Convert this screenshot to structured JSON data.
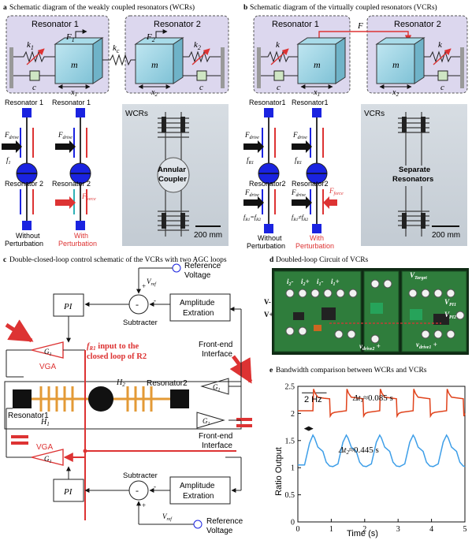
{
  "panel_a": {
    "letter": "a",
    "title": "Schematic diagram of the weakly coupled resonators (WCRs)",
    "resonator1": "Resonator  1",
    "resonator2": "Resonator  2",
    "force1": "F",
    "force1_sub": "1",
    "force2": "F",
    "force2_sub": "2",
    "mass": "m",
    "spring_k1": "k",
    "spring_k1_sub": "1",
    "spring_k2": "k",
    "spring_k2_sub": "2",
    "damper": "c",
    "coupling": "k",
    "coupling_sub": "c",
    "disp1": "x",
    "disp1_sub": "1",
    "disp2": "x",
    "disp2_sub": "2",
    "res1_top_left": "Resonator  1",
    "res1_top_right": "Resonator  1",
    "res2_left": "Resonator  2",
    "res2_right": "Resonator  2",
    "fdrive": "F",
    "fdrive_sub": "drive",
    "fpert": "F",
    "fpert_sub": "force",
    "freq": "f",
    "freq_sub": "1",
    "without_1": "Without",
    "without_2": "Perturbation",
    "with_1": "With",
    "with_2": "Perturbation",
    "photo_label": "WCRs",
    "photo_center_1": "Annular",
    "photo_center_2": "Coupler",
    "scale": "200 mm"
  },
  "panel_b": {
    "letter": "b",
    "title": "Schematic diagram of the virtually coupled resonators (VCRs)",
    "resonator1": "Resonator  1",
    "resonator2": "Resonator  2",
    "force": "F",
    "mass": "m",
    "spring": "k",
    "damper": "c",
    "disp1": "x",
    "disp1_sub": "1",
    "disp2": "x",
    "disp2_sub": "2",
    "res1_left": "Resonator1",
    "res1_right": "Resonator1",
    "res2_left": "Resonator2",
    "res2_right": "Resonator2",
    "fdrive": "F",
    "fdrive_sub": "drive",
    "fforce": "F",
    "fforce_sub": "force",
    "freq_r1": "f",
    "freq_r1_sub": "R1",
    "freq_eq_left": "f",
    "freq_eq_left_sub": "R1",
    "freq_eq_mid": "=f",
    "freq_eq_right_sub": "R2",
    "freq_neq_left": "f",
    "freq_neq_left_sub": "R1",
    "freq_neq_mid": "≠f",
    "freq_neq_right_sub": "R2",
    "without_1": "Without",
    "without_2": "Perturbation",
    "with_1": "With",
    "with_2": "Perturbation",
    "photo_label": "VCRs",
    "photo_center_1": "Separate",
    "photo_center_2": "Resonators",
    "scale": "200 mm"
  },
  "panel_c": {
    "letter": "c",
    "title": "Double-closed-loop control schematic of  the VCRs with two AGC loops",
    "pi_top": "PI",
    "pi_bottom": "PI",
    "subtracter_top": "Subtracter",
    "subtracter_bottom": "Subtracter",
    "amp_top_1": "Amplitude",
    "amp_top_2": "Extration",
    "amp_bottom_1": "Amplitude",
    "amp_bottom_2": "Extration",
    "vref_top": "V",
    "vref_top_sub": "ref",
    "vref_bottom": "V",
    "vref_bottom_sub": "ref",
    "reference_top_1": "Reference",
    "reference_top_2": "Voltage",
    "reference_bottom_1": "Reference",
    "reference_bottom_2": "Voltage",
    "minus": "-",
    "plus": "+",
    "vga_top": "VGA",
    "vga_bottom": "VGA",
    "g1": "G",
    "g1_sub": "1",
    "annotation_1a": "f",
    "annotation_1a_sub": "R1",
    "annotation_1b": " input to the",
    "annotation_2": "closed loop of R2",
    "frontend_top_1": "Front-end",
    "frontend_top_2": "Interface",
    "frontend_bottom_1": "Front-end",
    "frontend_bottom_2": "Interface",
    "h2": "H",
    "h2_sub": "2",
    "h1": "H",
    "h1_sub": "1",
    "resonator1": "Resonator1",
    "resonator2": "Resonator2"
  },
  "panel_d": {
    "letter": "d",
    "title": "Doubled-loop Circuit of VCRs",
    "labels": [
      "i2-",
      "i2+",
      "i1-",
      "i1+",
      "V-",
      "V+",
      "VTarget",
      "VPI1",
      "VPI2",
      "vdrive1 +",
      "vdrive2 +"
    ],
    "i2m": "i",
    "i2m_sub": "2",
    "i2m_sign": "-",
    "i2p": "i",
    "i2p_sub": "2",
    "i2p_sign": "+",
    "i1m": "i",
    "i1m_sub": "1",
    "i1m_sign": "-",
    "i1p": "i",
    "i1p_sub": "1",
    "i1p_sign": "+",
    "vminus": "V-",
    "vplus": "V+",
    "vtarget": "V",
    "vtarget_sub": "Target",
    "vpi1": "V",
    "vpi1_sub": "PI1",
    "vpi2": "V",
    "vpi2_sub": "PI2",
    "vdrive1": "v",
    "vdrive1_sub": "drive1",
    "vdrive1_sign": " +",
    "vdrive2": "v",
    "vdrive2_sub": "drive2",
    "vdrive2_sign": " +"
  },
  "panel_e": {
    "letter": "e",
    "title": "Bandwidth comparison between WCRs and VCRs",
    "freq_label": "2 Hz",
    "dt1": "Δt",
    "dt1_sub": "1",
    "dt1_val": "≈0.085 s",
    "dt2": "Δt",
    "dt2_sub": "2",
    "dt2_val": "≈0.445 s",
    "colors": {
      "wcr": "#e0431c",
      "vcr": "#3d9ee8"
    }
  },
  "chart_data": {
    "type": "line",
    "xlabel": "Time (s)",
    "ylabel": "Ratio Output",
    "xlim": [
      0,
      5
    ],
    "ylim": [
      0,
      2.5
    ],
    "xticks": [
      "0",
      "1",
      "2",
      "3",
      "4",
      "5"
    ],
    "yticks": [
      "0",
      "0.5",
      "1",
      "1.5",
      "2",
      "2.5"
    ],
    "series": [
      {
        "points": [
          [
            0,
            2.05
          ],
          [
            0.45,
            2.05
          ],
          [
            0.47,
            2.45
          ],
          [
            0.52,
            2.37
          ],
          [
            0.6,
            2.3
          ],
          [
            0.78,
            2.28
          ],
          [
            0.95,
            2.27
          ],
          [
            0.97,
            1.95
          ],
          [
            1.02,
            2.0
          ],
          [
            1.1,
            2.02
          ],
          [
            1.45,
            2.05
          ],
          [
            1.47,
            2.45
          ],
          [
            1.52,
            2.37
          ],
          [
            1.6,
            2.3
          ],
          [
            1.95,
            2.27
          ],
          [
            1.97,
            1.95
          ],
          [
            2.02,
            2.0
          ],
          [
            2.1,
            2.02
          ],
          [
            2.45,
            2.05
          ],
          [
            2.47,
            2.45
          ],
          [
            2.52,
            2.37
          ],
          [
            2.6,
            2.3
          ],
          [
            2.95,
            2.27
          ],
          [
            2.97,
            1.95
          ],
          [
            3.02,
            2.0
          ],
          [
            3.1,
            2.02
          ],
          [
            3.45,
            2.05
          ],
          [
            3.47,
            2.45
          ],
          [
            3.52,
            2.37
          ],
          [
            3.6,
            2.3
          ],
          [
            3.95,
            2.27
          ],
          [
            3.97,
            1.95
          ],
          [
            4.02,
            2.0
          ],
          [
            4.1,
            2.02
          ],
          [
            4.45,
            2.05
          ],
          [
            4.47,
            2.45
          ],
          [
            4.52,
            2.37
          ],
          [
            4.6,
            2.3
          ],
          [
            4.95,
            2.27
          ],
          [
            4.97,
            1.95
          ],
          [
            5.0,
            2.0
          ]
        ]
      },
      {
        "points": [
          [
            0,
            1.05
          ],
          [
            0.2,
            1.05
          ],
          [
            0.35,
            1.45
          ],
          [
            0.45,
            1.6
          ],
          [
            0.5,
            1.55
          ],
          [
            0.6,
            1.38
          ],
          [
            0.75,
            1.3
          ],
          [
            0.85,
            1.1
          ],
          [
            0.95,
            1.03
          ],
          [
            1.05,
            1.02
          ],
          [
            1.2,
            1.07
          ],
          [
            1.35,
            1.47
          ],
          [
            1.45,
            1.6
          ],
          [
            1.5,
            1.55
          ],
          [
            1.6,
            1.38
          ],
          [
            1.75,
            1.3
          ],
          [
            1.85,
            1.1
          ],
          [
            1.95,
            1.03
          ],
          [
            2.05,
            1.02
          ],
          [
            2.2,
            1.07
          ],
          [
            2.35,
            1.47
          ],
          [
            2.45,
            1.6
          ],
          [
            2.5,
            1.55
          ],
          [
            2.6,
            1.38
          ],
          [
            2.75,
            1.3
          ],
          [
            2.85,
            1.1
          ],
          [
            2.95,
            1.03
          ],
          [
            3.05,
            1.02
          ],
          [
            3.2,
            1.07
          ],
          [
            3.35,
            1.47
          ],
          [
            3.45,
            1.6
          ],
          [
            3.5,
            1.55
          ],
          [
            3.6,
            1.38
          ],
          [
            3.75,
            1.3
          ],
          [
            3.85,
            1.1
          ],
          [
            3.95,
            1.03
          ],
          [
            4.05,
            1.02
          ],
          [
            4.2,
            1.07
          ],
          [
            4.35,
            1.47
          ],
          [
            4.45,
            1.6
          ],
          [
            4.5,
            1.55
          ],
          [
            4.6,
            1.38
          ],
          [
            4.75,
            1.3
          ],
          [
            4.85,
            1.1
          ],
          [
            4.95,
            1.03
          ],
          [
            5.0,
            1.02
          ]
        ]
      }
    ]
  }
}
